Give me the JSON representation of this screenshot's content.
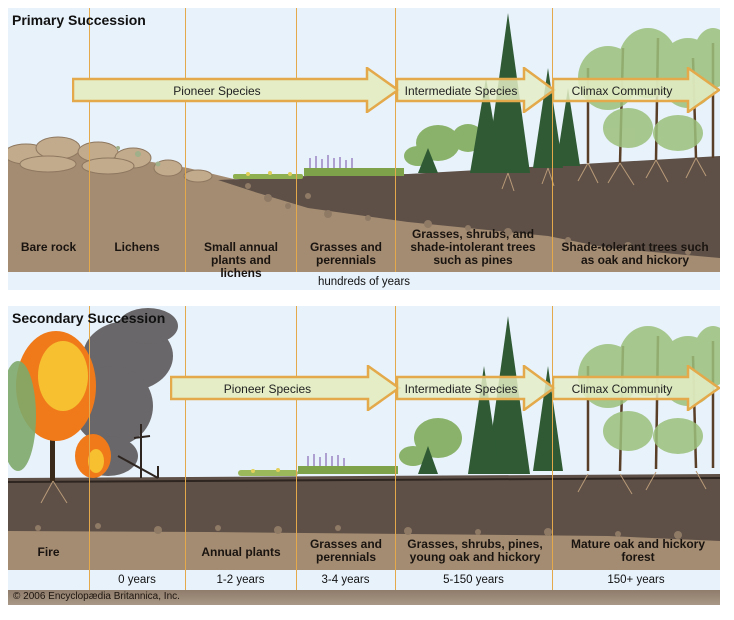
{
  "primary": {
    "title": "Primary Succession",
    "arrows": [
      {
        "label": "Pioneer Species"
      },
      {
        "label": "Intermediate Species"
      },
      {
        "label": "Climax Community"
      }
    ],
    "stages": [
      {
        "label": "Bare rock"
      },
      {
        "label": "Lichens"
      },
      {
        "label": "Small annual plants and lichens"
      },
      {
        "label": "Grasses and perennials"
      },
      {
        "label": "Grasses, shrubs, and shade-intolerant trees such as pines"
      },
      {
        "label": "Shade-tolerant trees such as oak and hickory"
      }
    ],
    "timescale": "hundreds of years"
  },
  "secondary": {
    "title": "Secondary Succession",
    "arrows": [
      {
        "label": "Pioneer Species"
      },
      {
        "label": "Intermediate Species"
      },
      {
        "label": "Climax Community"
      }
    ],
    "stages": [
      {
        "label": "Fire",
        "time": ""
      },
      {
        "label": "",
        "time": "0 years"
      },
      {
        "label": "Annual plants",
        "time": "1-2 years"
      },
      {
        "label": "Grasses and perennials",
        "time": "3-4 years"
      },
      {
        "label": "Grasses, shrubs, pines, young oak and hickory",
        "time": "5-150 years"
      },
      {
        "label": "Mature oak and hickory forest",
        "time": "150+ years"
      }
    ]
  },
  "credit": "© 2006 Encyclopædia Britannica, Inc.",
  "colors": {
    "sky": "#e8f2fb",
    "arrow_fill": "#e4edc6",
    "arrow_border": "#e3a94a",
    "soil_dark": "#5e5047",
    "soil_light": "#a08b74",
    "rock": "#b8a184",
    "grass": "#7ea24a",
    "pine": "#2f5a34",
    "leaf": "#8ab26a",
    "fire": "#f07a1a",
    "smoke": "#555050"
  }
}
